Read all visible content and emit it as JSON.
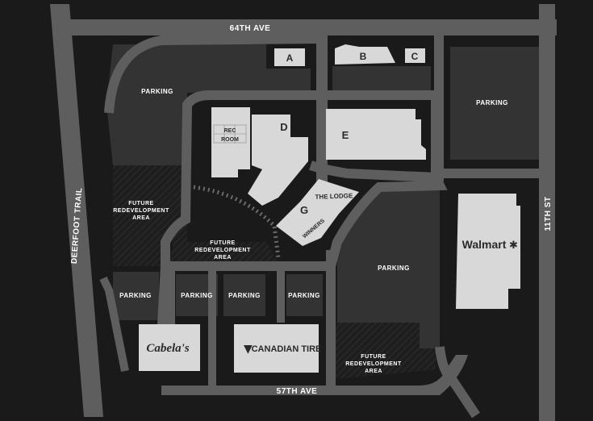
{
  "map": {
    "roads": {
      "north": "64TH AVE",
      "south": "57TH AVE",
      "east": "11TH ST",
      "west": "DEERFOOT TRAIL"
    },
    "buildings": {
      "a": "A",
      "b": "B",
      "c": "C",
      "d": "D",
      "e": "E",
      "g": "G",
      "rec_room": [
        "REC",
        "ROOM"
      ],
      "the_lodge": "THE LODGE",
      "winners": "WINNERS"
    },
    "anchors": {
      "walmart": "Walmart",
      "cabelas": "Cabela's",
      "canadian_tire": "CANADIAN TIRE"
    },
    "parking_label": "PARKING",
    "redevelopment_label": [
      "FUTURE",
      "REDEVELOPMENT",
      "AREA"
    ],
    "colors": {
      "background": "#1a1a1a",
      "road": "#5e5e5e",
      "parking": "#333333",
      "building": "#d8d8d8",
      "walmart_logo": "#2a2a2a"
    }
  }
}
